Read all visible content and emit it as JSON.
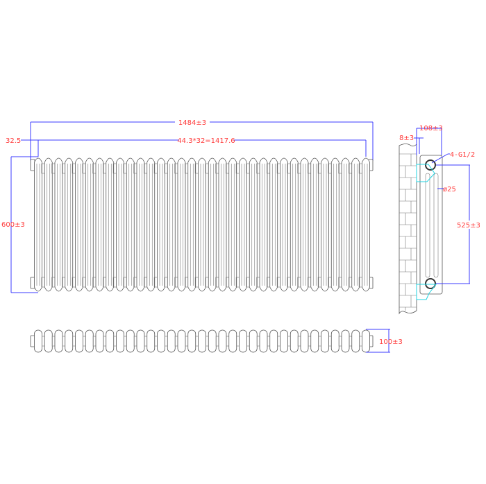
{
  "drawing": {
    "title": "Column radiator technical drawing",
    "colors": {
      "dimension_line": "#3b3bff",
      "dimension_text": "#ff3b3b",
      "outline": "#555555",
      "bracket": "#22d3e0"
    },
    "front_view": {
      "column_count": 33,
      "overall_width_label": "1484±3",
      "section_pitch_label": "44.3*32=1417.6",
      "end_offset_label": "32.5",
      "height_label": "600±3"
    },
    "top_view": {
      "column_count": 33,
      "depth_label": "100±3"
    },
    "side_view": {
      "depth_label": "108±3",
      "wall_gap_label": "8±3",
      "connection_label": "4-G1/2",
      "tube_diameter_label": "ø25",
      "center_distance_label": "525±3",
      "wall_icon": "brick-wall"
    }
  }
}
